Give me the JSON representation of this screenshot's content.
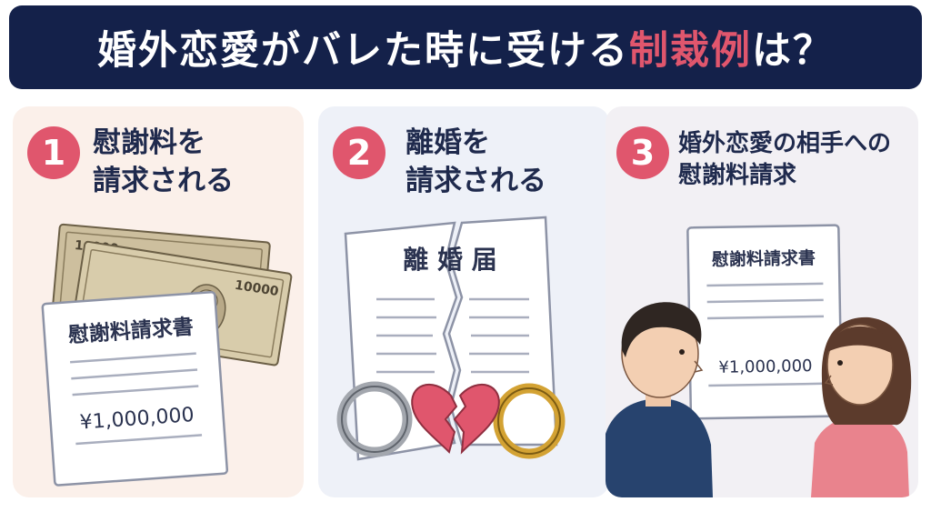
{
  "title": {
    "prefix": "婚外恋愛がバレた時に受ける",
    "highlight": "制裁例",
    "suffix": "は？"
  },
  "colors": {
    "navy": "#14214a",
    "accent_pink": "#e0566d",
    "text_dark": "#1f2a4d"
  },
  "panels": [
    {
      "number": "1",
      "title_line1": "慰謝料を",
      "title_line2": "請求される",
      "doc_title": "慰謝料請求書",
      "amount": "¥1,000,000",
      "banknote_value": "10000",
      "banknote_value2": "10000"
    },
    {
      "number": "2",
      "title_line1": "離婚を",
      "title_line2": "請求される",
      "doc_title": "離 婚 届"
    },
    {
      "number": "3",
      "title_line1": "婚外恋愛の相手への",
      "title_line2": "慰謝料請求",
      "doc_title": "慰謝料請求書",
      "amount": "¥1,000,000"
    }
  ]
}
